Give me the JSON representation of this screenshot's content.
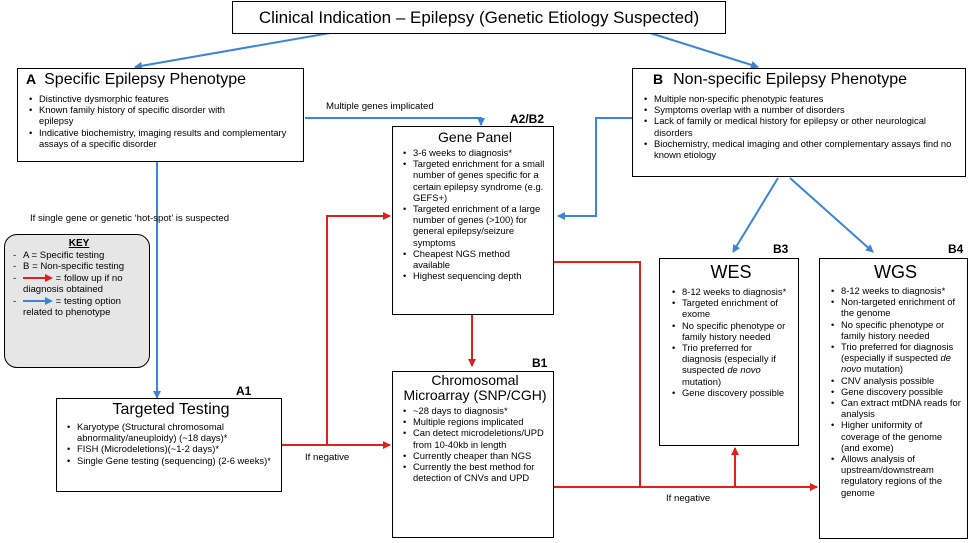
{
  "top": {
    "title": "Clinical Indication – Epilepsy (Genetic Etiology Suspected)"
  },
  "boxA": {
    "label": "A",
    "title": "Specific Epilepsy Phenotype",
    "items": [
      "Distinctive dysmorphic features",
      "Known family history of specific disorder with epilepsy",
      "Indicative biochemistry, imaging results and complementary assays of a specific disorder"
    ]
  },
  "boxB": {
    "label": "B",
    "title": "Non-specific Epilepsy Phenotype",
    "items": [
      "Multiple non-specific phenotypic features",
      "Symptoms overlap with a number of disorders",
      "Lack of family or medical history for epilepsy or other neurological disorders",
      "Biochemistry, medical imaging and other complementary assays find no known etiology"
    ]
  },
  "panel": {
    "label": "A2/B2",
    "title": "Gene Panel",
    "items": [
      "3-6 weeks to diagnosis*",
      "Targeted enrichment for a small number of genes specific for a certain epilepsy syndrome (e.g. GEFS+)",
      "Targeted enrichment of a large number of genes (>100) for general epilepsy/seizure symptoms",
      "Cheapest NGS method available",
      "Highest sequencing depth"
    ]
  },
  "targeted": {
    "label": "A1",
    "title": "Targeted Testing",
    "items": [
      "Karyotype (Structural chromosomal abnormality/aneuploidy) (~18 days)*",
      "FISH (Microdeletions)(~1-2 days)*",
      "Single Gene testing (sequencing) (2-6 weeks)*"
    ]
  },
  "micro": {
    "label": "B1",
    "title1": "Chromosomal",
    "title2": "Microarray (SNP/CGH)",
    "items": [
      "~28 days to diagnosis*",
      "Multiple regions implicated",
      "Can detect microdeletions/UPD from 10-40kb in length",
      "Currently cheaper than NGS",
      "Currently the best method for detection of CNVs and UPD"
    ]
  },
  "wes": {
    "label": "B3",
    "title": "WES",
    "items": [
      "8-12 weeks to diagnosis*",
      "Targeted enrichment of exome",
      "No specific phenotype or family history needed",
      "Gene discovery possible"
    ],
    "trio_pre": "Trio preferred for diagnosis (especially if suspected ",
    "trio_em": "de novo",
    "trio_post": " mutation)"
  },
  "wgs": {
    "label": "B4",
    "title": "WGS",
    "items_a": [
      "8-12 weeks to diagnosis*",
      "Non-targeted enrichment of the genome",
      "No specific phenotype or family history needed"
    ],
    "trio_pre": "Trio preferred for diagnosis (especially if suspected ",
    "trio_em": "de novo",
    "trio_post": " mutation)",
    "items_b": [
      "CNV analysis possible",
      "Gene discovery possible",
      "Can extract mtDNA reads for analysis",
      "Higher uniformity of coverage of the genome (and exome)",
      "Allows analysis of upstream/downstream regulatory regions of the genome"
    ]
  },
  "key": {
    "title": "KEY",
    "line1": "A = Specific testing",
    "line2": "B = Non-specific testing",
    "line3": "= follow up if no diagnosis obtained",
    "line4": "= testing option related to phenotype"
  },
  "annotations": {
    "multiple_genes": "Multiple genes implicated",
    "single_gene": "If single gene or genetic ‘hot-spot’ is suspected",
    "if_negative_1": "If negative",
    "if_negative_2": "If negative"
  },
  "colors": {
    "blue": "#3a86d6",
    "red": "#e0201a",
    "key_bg": "#e6e6e6"
  }
}
